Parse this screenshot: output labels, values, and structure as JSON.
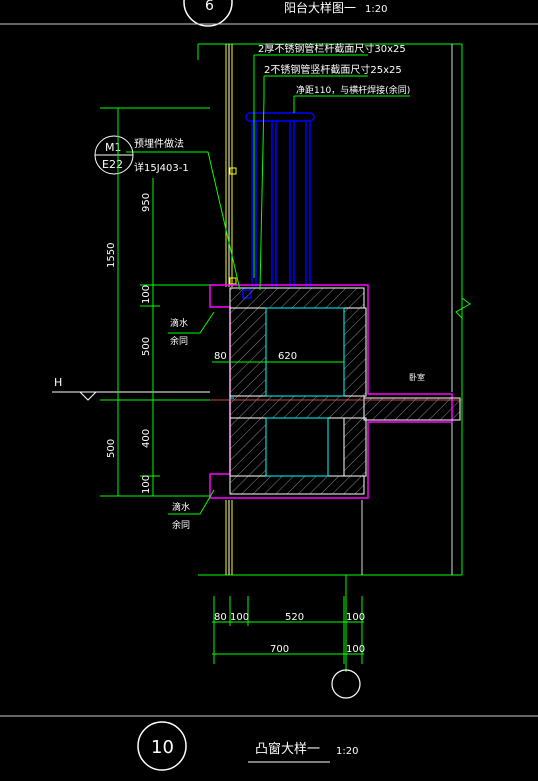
{
  "top_title": "阳台大样图一",
  "top_scale": "1:20",
  "top_circle_label": "6",
  "bottom_title": "凸窗大样一",
  "bottom_scale": "1:20",
  "bottom_circle_label": "10",
  "annotations": {
    "handrail_1": "2厚不锈钢管栏杆截面尺寸30x25",
    "handrail_2": "2不锈钢管竖杆截面尺寸25x25",
    "handrail_3": "净距110，与横杆焊接(余同)",
    "embed_label": "预埋件做法",
    "embed_ref": "详15J403-1",
    "drip_1a": "滴水",
    "drip_1b": "余同",
    "drip_2a": "滴水",
    "drip_2b": "余同",
    "room": "卧室",
    "level": "H"
  },
  "detail_tag": {
    "top": "M1",
    "bottom": "E22"
  },
  "dimensions": {
    "left_outer": "1550",
    "left_lower": "500",
    "seg_950": "950",
    "seg_100a": "100",
    "seg_500": "500",
    "seg_400": "400",
    "seg_100b": "100",
    "inner_80": "80",
    "inner_620": "620",
    "bottom_80": "80",
    "bottom_100a": "100",
    "bottom_520": "520",
    "bottom_100b": "100",
    "bottom_700": "700",
    "bottom_100c": "100"
  },
  "colors": {
    "background": "#000000",
    "magenta": "#ff00ff",
    "green": "#00ff00",
    "white": "#ffffff",
    "blue": "#0000ff",
    "cyan": "#00ffff",
    "yellow": "#ffff00"
  }
}
